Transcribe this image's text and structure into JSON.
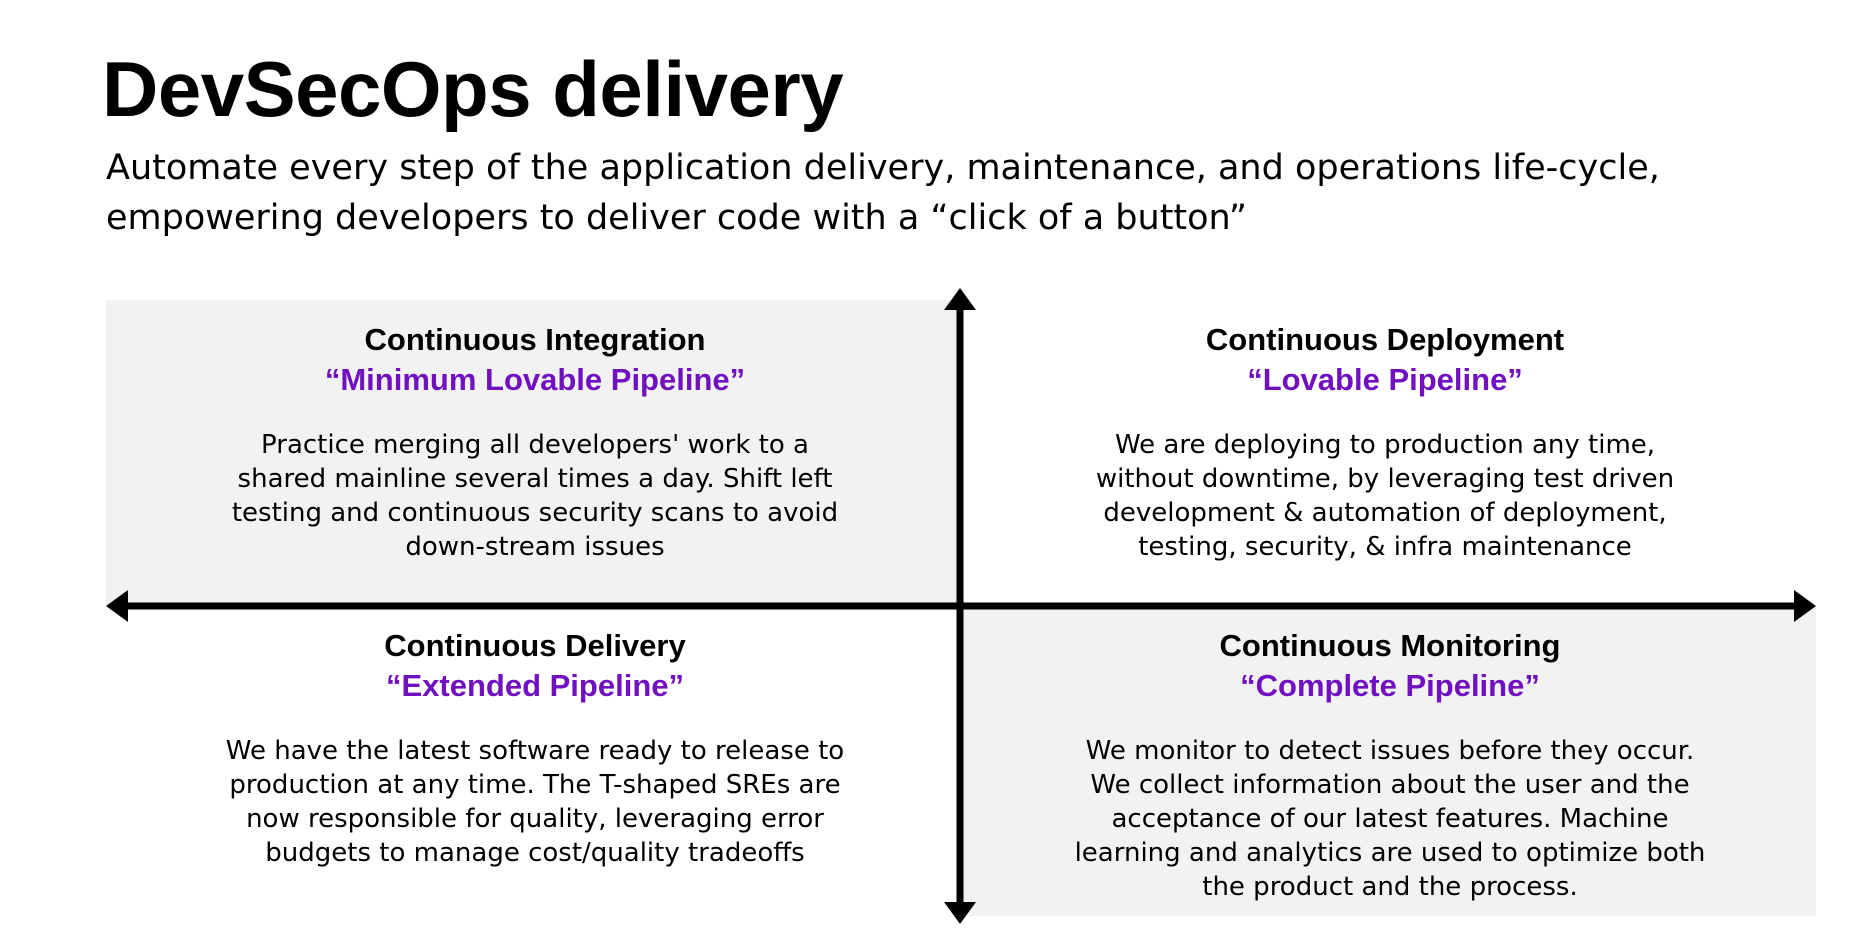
{
  "colors": {
    "accent": "#7010c0",
    "panel": "#f2f2f2",
    "text": "#000000"
  },
  "header": {
    "title": "DevSecOps delivery",
    "subtitle": "Automate every step of the application delivery, maintenance, and operations life-cycle, empowering developers to deliver code with a “click of a button”"
  },
  "quadrants": {
    "top_left": {
      "title": "Continuous Integration",
      "subtitle": "“Minimum Lovable Pipeline”",
      "body": "Practice merging all developers' work to a shared mainline several times a day. Shift left testing and continuous security scans to avoid down-stream issues"
    },
    "top_right": {
      "title": "Continuous Deployment",
      "subtitle": "“Lovable Pipeline”",
      "body": "We are deploying to production any time, without downtime, by leveraging test driven development & automation of deployment, testing, security, & infra maintenance"
    },
    "bottom_left": {
      "title": "Continuous Delivery",
      "subtitle": "“Extended Pipeline”",
      "body": "We have the latest software ready to release to production at any time. The T-shaped SREs are now responsible for quality, leveraging error budgets to manage cost/quality tradeoffs"
    },
    "bottom_right": {
      "title": "Continuous Monitoring",
      "subtitle": "“Complete Pipeline”",
      "body": "We monitor to detect issues before they occur. We collect information about the user and the acceptance of our latest features. Machine learning and analytics are used to optimize both the product and the process."
    }
  }
}
